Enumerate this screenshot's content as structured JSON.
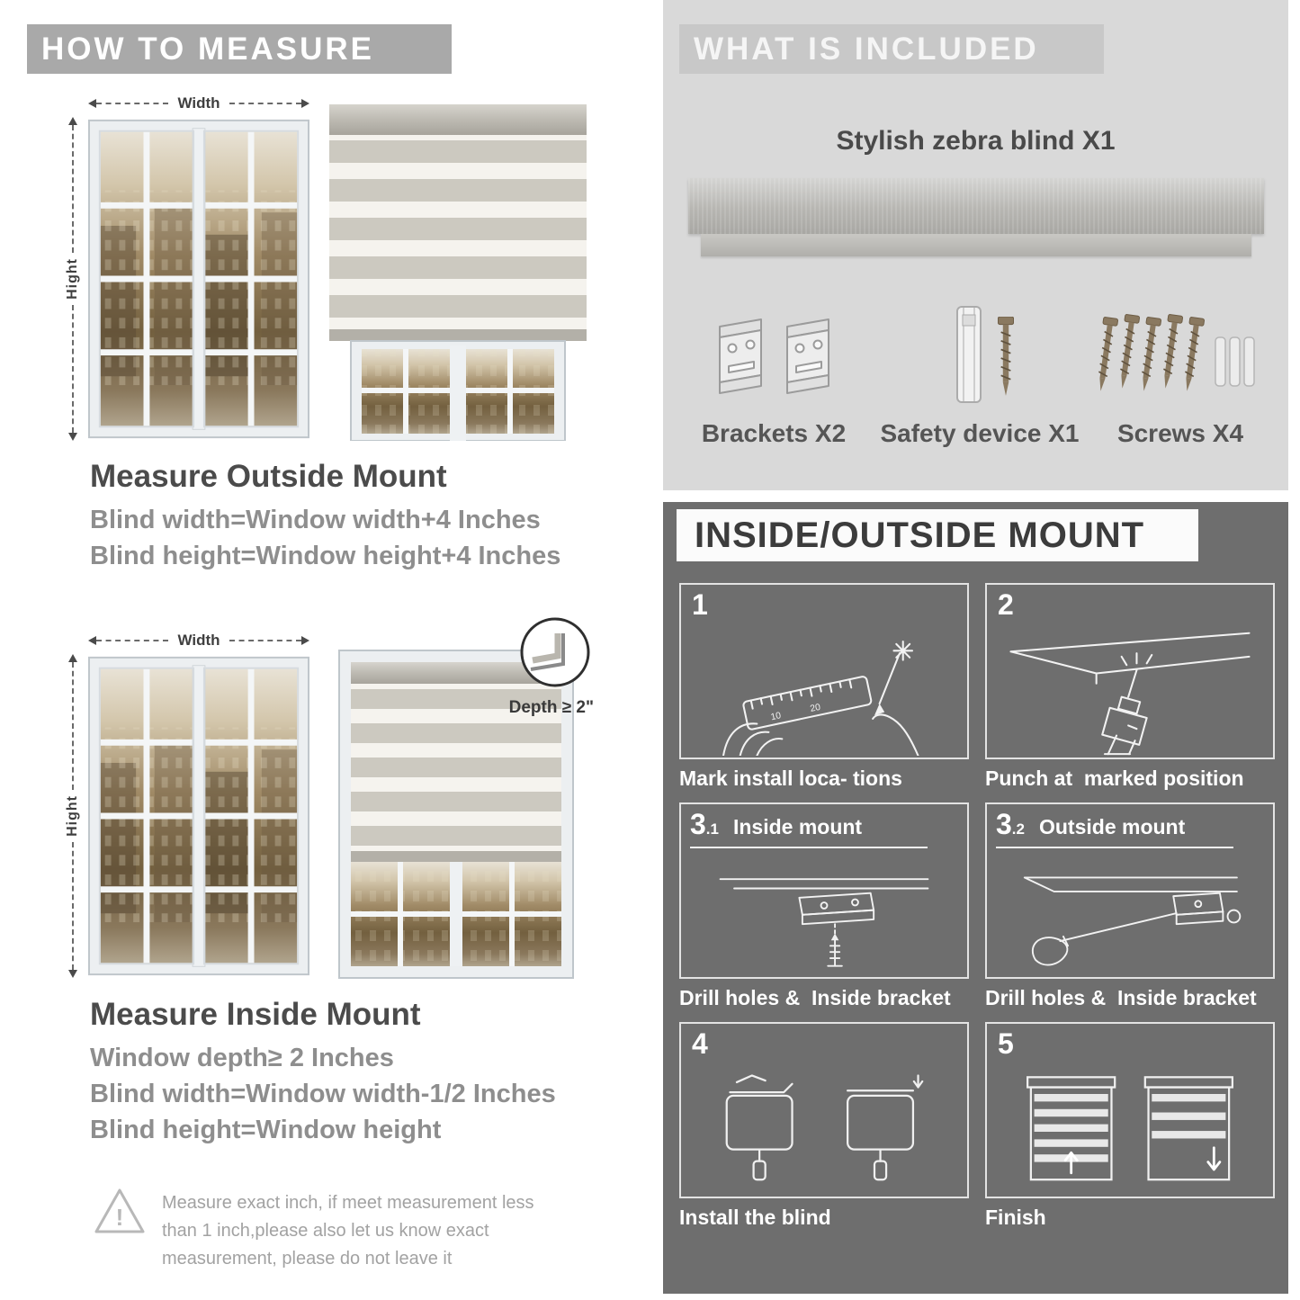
{
  "left": {
    "header": "HOW TO MEASURE",
    "outside": {
      "width_label": "Width",
      "height_label": "Hight",
      "title": "Measure Outside Mount",
      "line1": "Blind width=Window width+4 Inches",
      "line2": "Blind height=Window height+4 Inches"
    },
    "inside": {
      "width_label": "Width",
      "height_label": "Hight",
      "depth_label": "Depth ≥ 2\"",
      "title": "Measure Inside Mount",
      "line1": "Window depth≥ 2 Inches",
      "line2": "Blind width=Window width-1/2 Inches",
      "line3": "Blind height=Window height"
    },
    "warning": {
      "text": "Measure exact inch, if meet measurement less than 1 inch,please also let us know exact measurement, please do not leave it"
    }
  },
  "included": {
    "header": "WHAT IS INCLUDED",
    "blind_label": "Stylish zebra blind X1",
    "items": [
      {
        "label": "Brackets X2"
      },
      {
        "label": "Safety device X1"
      },
      {
        "label": "Screws X4"
      }
    ]
  },
  "mount": {
    "header": "INSIDE/OUTSIDE MOUNT",
    "steps": [
      {
        "num": "1",
        "sub": "",
        "title": "",
        "caption": "Mark install loca- tions",
        "ruler_marks": {
          "m1": "10",
          "m2": "20"
        }
      },
      {
        "num": "2",
        "sub": "",
        "title": "",
        "caption": "Punch at  marked position"
      },
      {
        "num": "3",
        "sub": ".1",
        "title": "Inside mount",
        "caption": "Drill holes &  Inside bracket"
      },
      {
        "num": "3",
        "sub": ".2",
        "title": "Outside mount",
        "caption": "Drill holes &  Inside bracket"
      },
      {
        "num": "4",
        "sub": "",
        "title": "",
        "caption": "Install the blind"
      },
      {
        "num": "5",
        "sub": "",
        "title": "",
        "caption": "Finish"
      }
    ]
  },
  "colors": {
    "left_header_bg": "#a9a9a9",
    "included_bg": "#d9d9d9",
    "included_header_bg": "#c8c8c8",
    "mount_bg": "#6e6e6e",
    "title_text": "#4b4b4b",
    "spec_text": "#8e8e8e",
    "blind_stripe": "#ccc9c0"
  }
}
